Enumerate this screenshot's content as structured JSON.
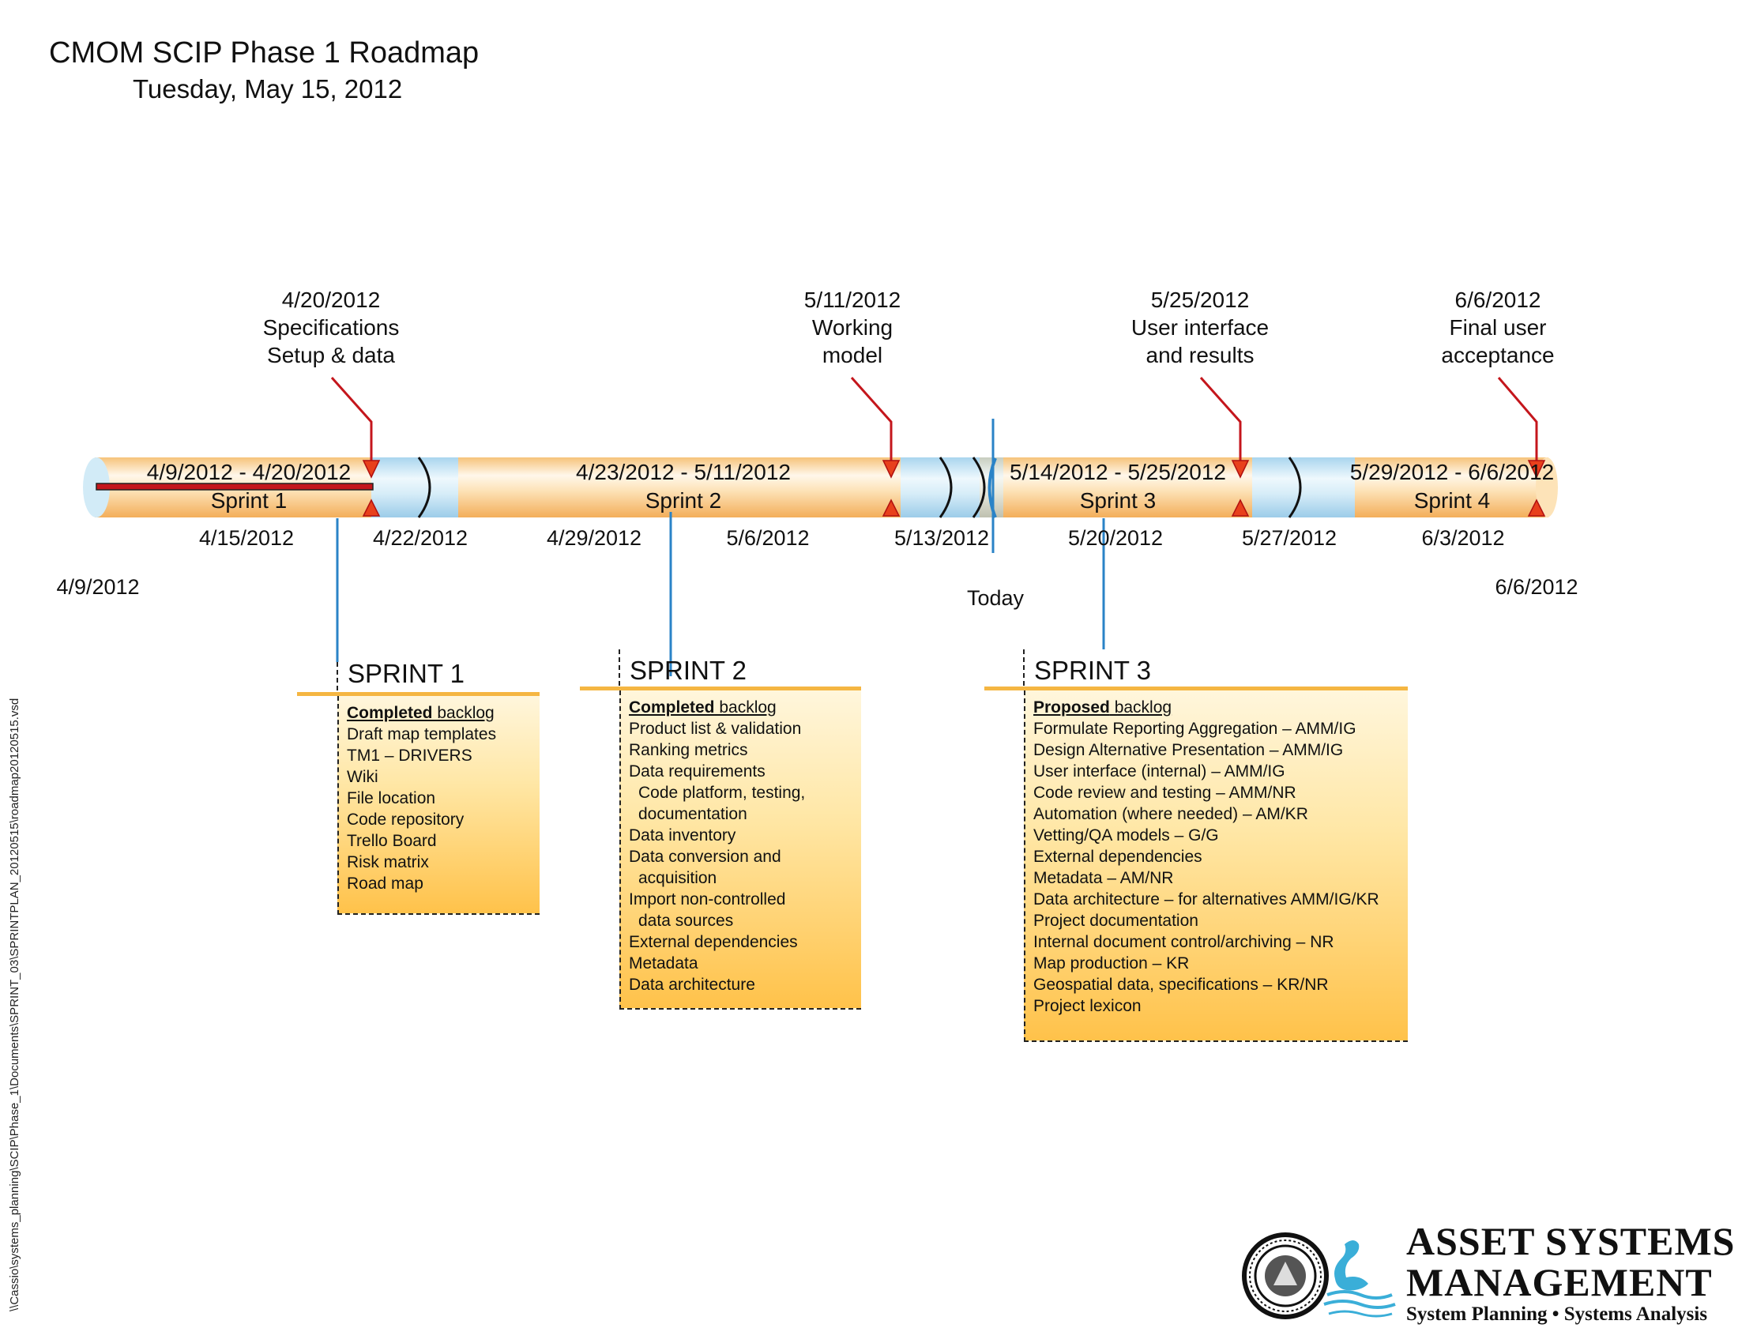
{
  "header": {
    "title": "CMOM SCIP Phase 1 Roadmap",
    "date": "Tuesday, May 15, 2012"
  },
  "milestones": [
    {
      "date": "4/20/2012",
      "line1": "Specifications",
      "line2": "Setup & data"
    },
    {
      "date": "5/11/2012",
      "line1": "Working",
      "line2": "model"
    },
    {
      "date": "5/25/2012",
      "line1": "User interface",
      "line2": "and results"
    },
    {
      "date": "6/6/2012",
      "line1": "Final user",
      "line2": "acceptance"
    }
  ],
  "sprints_bar": [
    {
      "range": "4/9/2012 - 4/20/2012",
      "name": "Sprint 1"
    },
    {
      "range": "4/23/2012 - 5/11/2012",
      "name": "Sprint 2"
    },
    {
      "range": "5/14/2012 - 5/25/2012",
      "name": "Sprint 3"
    },
    {
      "range": "5/29/2012 - 6/6/2012",
      "name": "Sprint 4"
    }
  ],
  "ticks": [
    "4/15/2012",
    "4/22/2012",
    "4/29/2012",
    "5/6/2012",
    "5/13/2012",
    "5/20/2012",
    "5/27/2012",
    "6/3/2012"
  ],
  "range_start": "4/9/2012",
  "range_end": "6/6/2012",
  "today_label": "Today",
  "sprint_boxes": [
    {
      "title": "SPRINT 1",
      "backlog_bold": "Completed",
      "backlog_rest": " backlog",
      "items": [
        "Draft map templates",
        "TM1 – DRIVERS",
        "Wiki",
        "File location",
        "Code repository",
        "Trello Board",
        "Risk matrix",
        "Road map"
      ]
    },
    {
      "title": "SPRINT 2",
      "backlog_bold": "Completed",
      "backlog_rest": " backlog",
      "items": [
        "Product list & validation",
        "Ranking metrics",
        "Data requirements",
        "Code platform, testing,",
        "documentation",
        "Data inventory",
        "Data conversion and",
        "acquisition",
        "Import non-controlled",
        "data sources",
        "External dependencies",
        "Metadata",
        "Data architecture"
      ]
    },
    {
      "title": "SPRINT 3",
      "backlog_bold": "Proposed",
      "backlog_rest": " backlog",
      "items": [
        "Formulate Reporting Aggregation – AMM/IG",
        "Design Alternative Presentation – AMM/IG",
        "User interface (internal) – AMM/IG",
        "Code review and testing – AMM/NR",
        "Automation (where needed) – AM/KR",
        "Vetting/QA models – G/G",
        "External dependencies",
        "Metadata – AM/NR",
        "Data architecture – for alternatives AMM/IG/KR",
        "Project documentation",
        "Internal document control/archiving – NR",
        "Map production – KR",
        "Geospatial data, specifications – KR/NR",
        "Project lexicon"
      ]
    }
  ],
  "file_path": "\\\\Cassio\\systems_planning\\SCIP\\Phase_1\\Documents\\SPRINT_03\\SPRINTPLAN_20120515\\roadmap20120515.vsd",
  "logo": {
    "line1": "ASSET SYSTEMS",
    "line2": "MANAGEMENT",
    "line3": "System Planning • Systems Analysis"
  }
}
